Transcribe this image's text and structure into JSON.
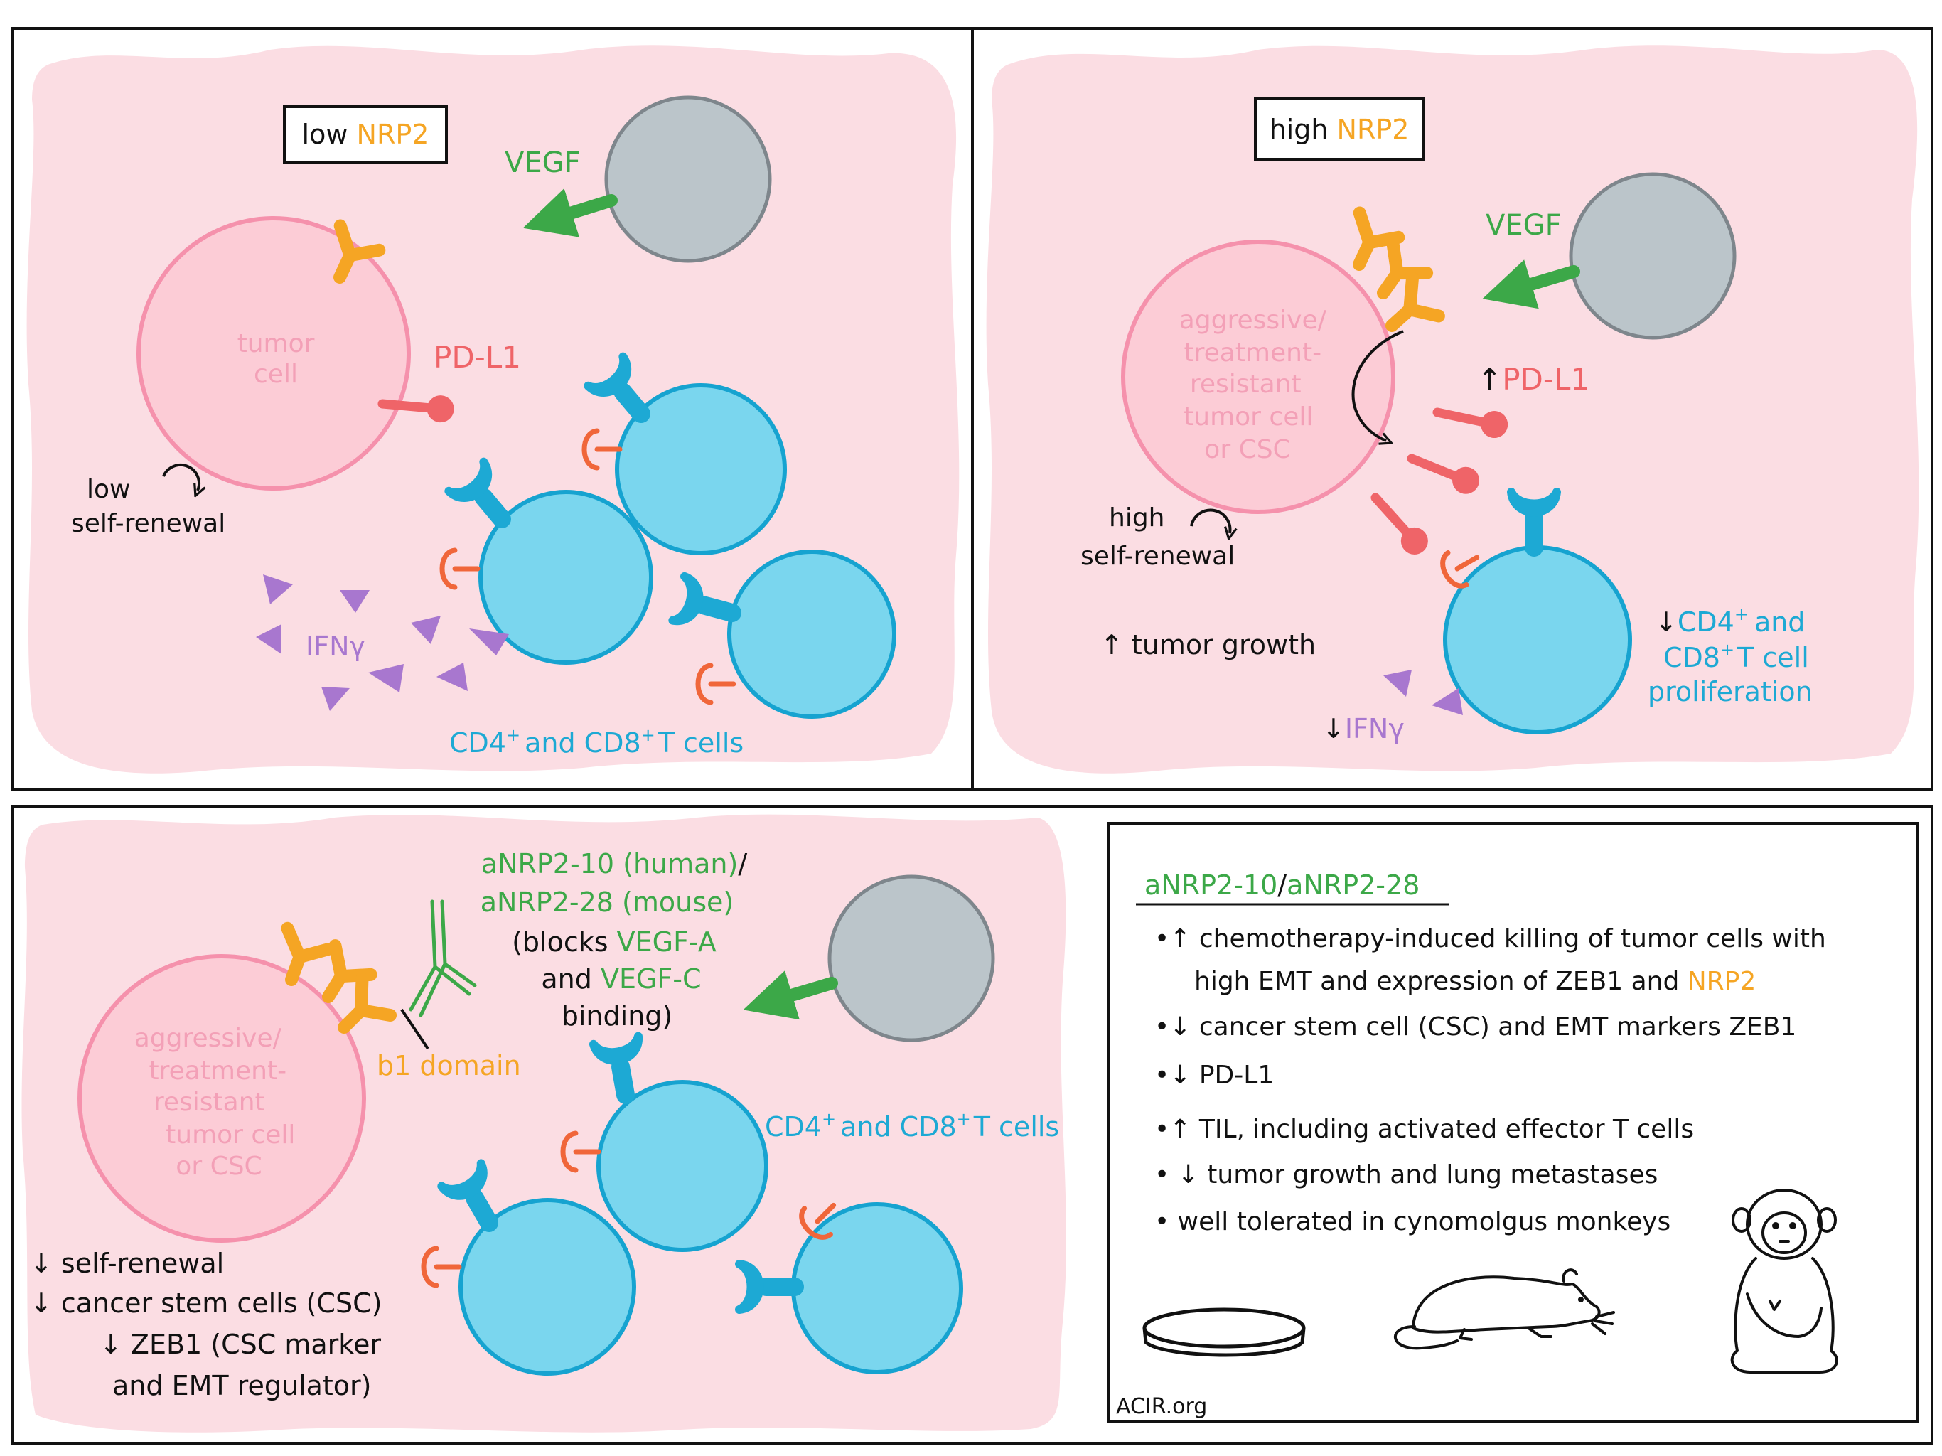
{
  "colors": {
    "nrp2": "#F5A524",
    "vegf": "#3CA848",
    "pdl1": "#EF6468",
    "tcell_fill": "#7AD6EE",
    "tcell_stroke": "#16A3D0",
    "tcr": "#1DA9D4",
    "ifng": "#A877CF",
    "panel_bg": "#FBDDE3",
    "tumor_fill": "#FCCCD6",
    "tumor_stroke": "#F591AC",
    "tumor_text": "#F3A0B7",
    "grey_cell": "#BBC5CA",
    "grey_stroke": "#7E868C",
    "t_ligand": "#F0663A"
  },
  "panel1": {
    "box_prefix": "low",
    "box_nrp2": "NRP2",
    "vegf": "VEGF",
    "tumor_line1": "tumor",
    "tumor_line2": "cell",
    "pdl1": "PD-L1",
    "renewal_line1": "low",
    "renewal_line2": "self-renewal",
    "ifng": "IFNγ",
    "tcells_a": "CD4",
    "tcells_b": "and  CD8",
    "tcells_c": "T cells",
    "plus": "+"
  },
  "panel2": {
    "box_prefix": "high",
    "box_nrp2": "NRP2",
    "vegf": "VEGF",
    "tumor_lines": [
      "aggressive/",
      "treatment-",
      "resistant",
      "tumor cell",
      "or CSC"
    ],
    "pdl1_arrow": "↑",
    "pdl1": "PD-L1",
    "renewal_line1": "high",
    "renewal_line2": "self-renewal",
    "growth": "↑ tumor growth",
    "ifng_arrow": "↓",
    "ifng": "IFNγ",
    "prolif_arrow": "↓",
    "prolif_a": "CD4",
    "prolif_b": "and",
    "prolif_c": "CD8",
    "prolif_d": "T cell",
    "prolif_e": "proliferation",
    "plus": "+"
  },
  "panel3": {
    "antibody_line1": "aNRP2-10 (human)",
    "slash": "/",
    "antibody_line2": "aNRP2-28 (mouse)",
    "blocks_pre": "(blocks",
    "vegf_a": "VEGF-A",
    "and_word": "and",
    "vegf_c": "VEGF-C",
    "binding": "binding)",
    "b1": "b1 domain",
    "tumor_lines": [
      "aggressive/",
      "treatment-",
      "resistant",
      "tumor cell",
      "or CSC"
    ],
    "tcells_a": "CD4",
    "tcells_b": "and  CD8",
    "tcells_c": "T cells",
    "plus": "+",
    "effects": [
      "↓ self-renewal",
      "↓ cancer stem cells (CSC)",
      "↓ ZEB1 (CSC marker",
      "and EMT regulator)"
    ]
  },
  "panel4": {
    "heading_a": "aNRP2-10",
    "heading_slash": "/",
    "heading_b": "aNRP2-28",
    "bullet1_line1": "•↑ chemotherapy-induced killing of tumor cells with",
    "bullet1_line2": "high EMT and expression of ZEB1 and",
    "bullet1_nrp2": "NRP2",
    "bullet2": "•↓  cancer stem cell (CSC) and  EMT markers   ZEB1",
    "bullet3": "•↓ PD-L1",
    "bullet4": "•↑ TIL, including activated  effector  T cells",
    "bullet5": "• ↓ tumor growth and  lung metastases",
    "bullet6": "•  well tolerated in cynomolgus  monkeys",
    "icons": [
      "petri-dish-icon",
      "mouse-icon",
      "monkey-icon"
    ]
  },
  "credit": "ACIR.org"
}
